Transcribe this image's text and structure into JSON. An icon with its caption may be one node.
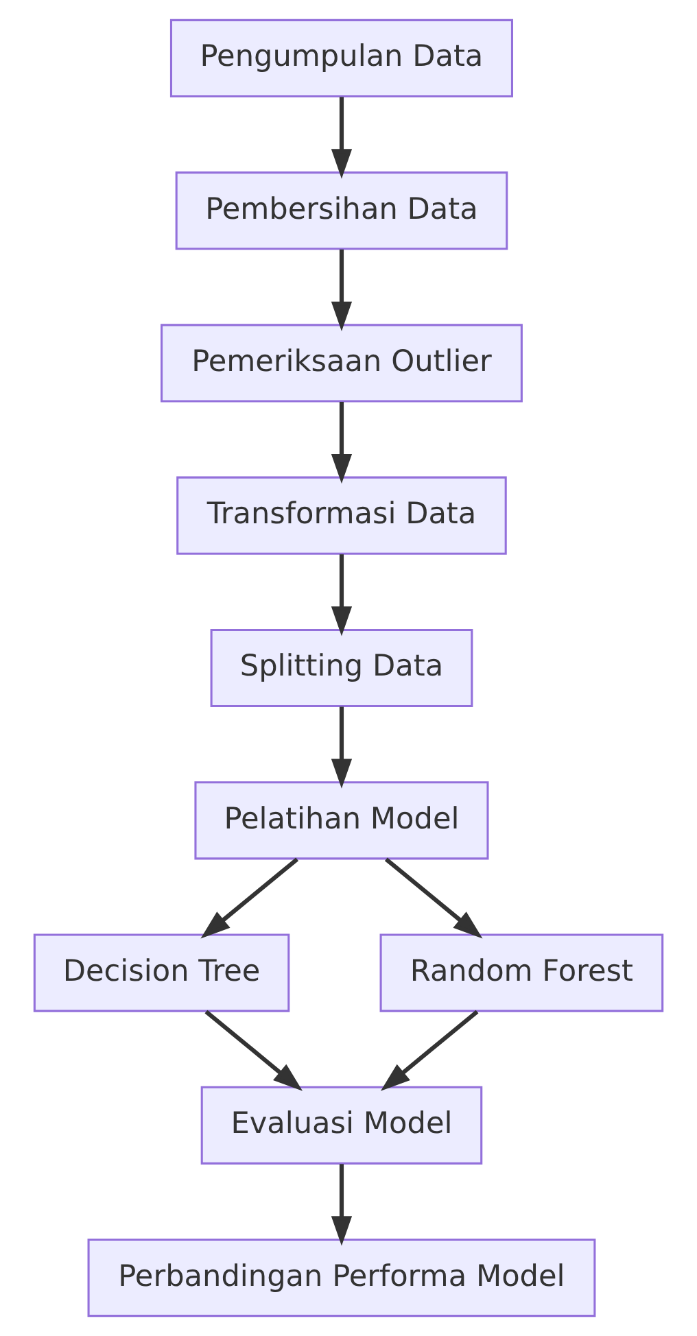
{
  "diagram": {
    "nodes": [
      {
        "text": [
          "Pengumpulan Data"
        ]
      },
      {
        "text": [
          "Pembersihan Data"
        ]
      },
      {
        "text": [
          "Pemeriksaan Outlier"
        ]
      },
      {
        "text": [
          "Transformasi Data"
        ]
      },
      {
        "text": [
          "Splitting Data"
        ]
      },
      {
        "text": [
          "Pelatihan Model"
        ]
      },
      {
        "text": [
          "Decision Tree"
        ]
      },
      {
        "text": [
          "Random Forest"
        ]
      },
      {
        "text": [
          "Evaluasi Model"
        ]
      },
      {
        "text": [
          "Perbandingan Performa Model"
        ]
      }
    ],
    "edges": [
      {
        "from": 0,
        "to": 1,
        "arrow": "to"
      },
      {
        "from": 1,
        "to": 2,
        "arrow": "to"
      },
      {
        "from": 2,
        "to": 3,
        "arrow": "to"
      },
      {
        "from": 3,
        "to": 4,
        "arrow": "to"
      },
      {
        "from": 4,
        "to": 5,
        "arrow": "to"
      },
      {
        "from": 5,
        "to": 6,
        "arrow": "to"
      },
      {
        "from": 5,
        "to": 7,
        "arrow": "to"
      },
      {
        "from": 6,
        "to": 8,
        "arrow": "to"
      },
      {
        "from": 7,
        "to": 8,
        "arrow": "to"
      },
      {
        "from": 8,
        "to": 9,
        "arrow": "to"
      }
    ]
  }
}
